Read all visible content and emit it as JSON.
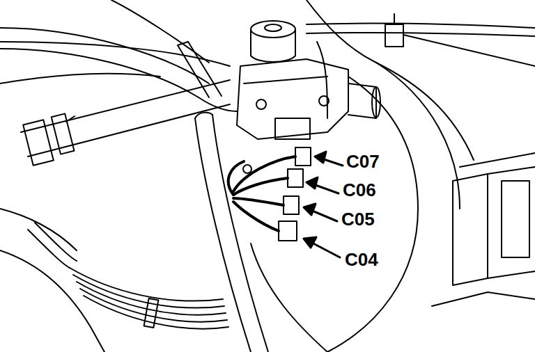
{
  "diagram": {
    "labels": [
      "C07",
      "C06",
      "C05",
      "C04"
    ]
  }
}
